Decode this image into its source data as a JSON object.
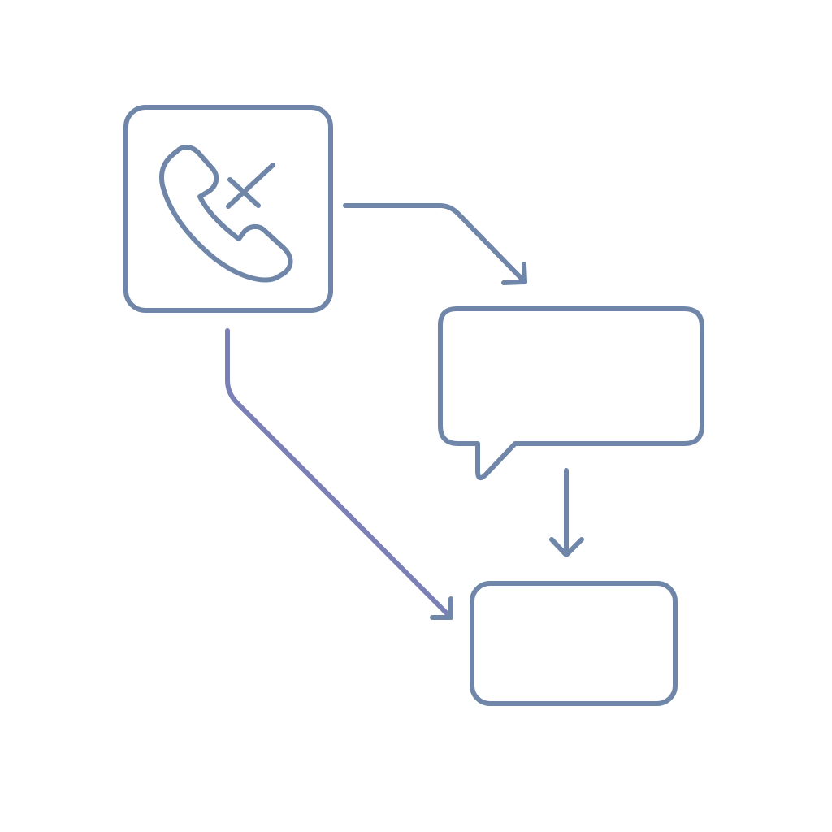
{
  "colors": {
    "background": "#ffffff",
    "stroke": "#6f86a9",
    "connector_tint": "#7a7fb5"
  },
  "nodes": [
    {
      "id": "missed-call-node",
      "shape": "rounded-rect",
      "icon": "missed-call-icon",
      "label": ""
    },
    {
      "id": "message-node",
      "shape": "speech-bubble",
      "icon": "",
      "label": ""
    },
    {
      "id": "result-node",
      "shape": "rounded-rect",
      "icon": "",
      "label": ""
    }
  ],
  "edges": [
    {
      "id": "call-to-message-arrow",
      "from": "missed-call-node",
      "to": "message-node"
    },
    {
      "id": "message-to-result-arrow",
      "from": "message-node",
      "to": "result-node"
    },
    {
      "id": "call-to-result-arrow",
      "from": "missed-call-node",
      "to": "result-node"
    }
  ]
}
